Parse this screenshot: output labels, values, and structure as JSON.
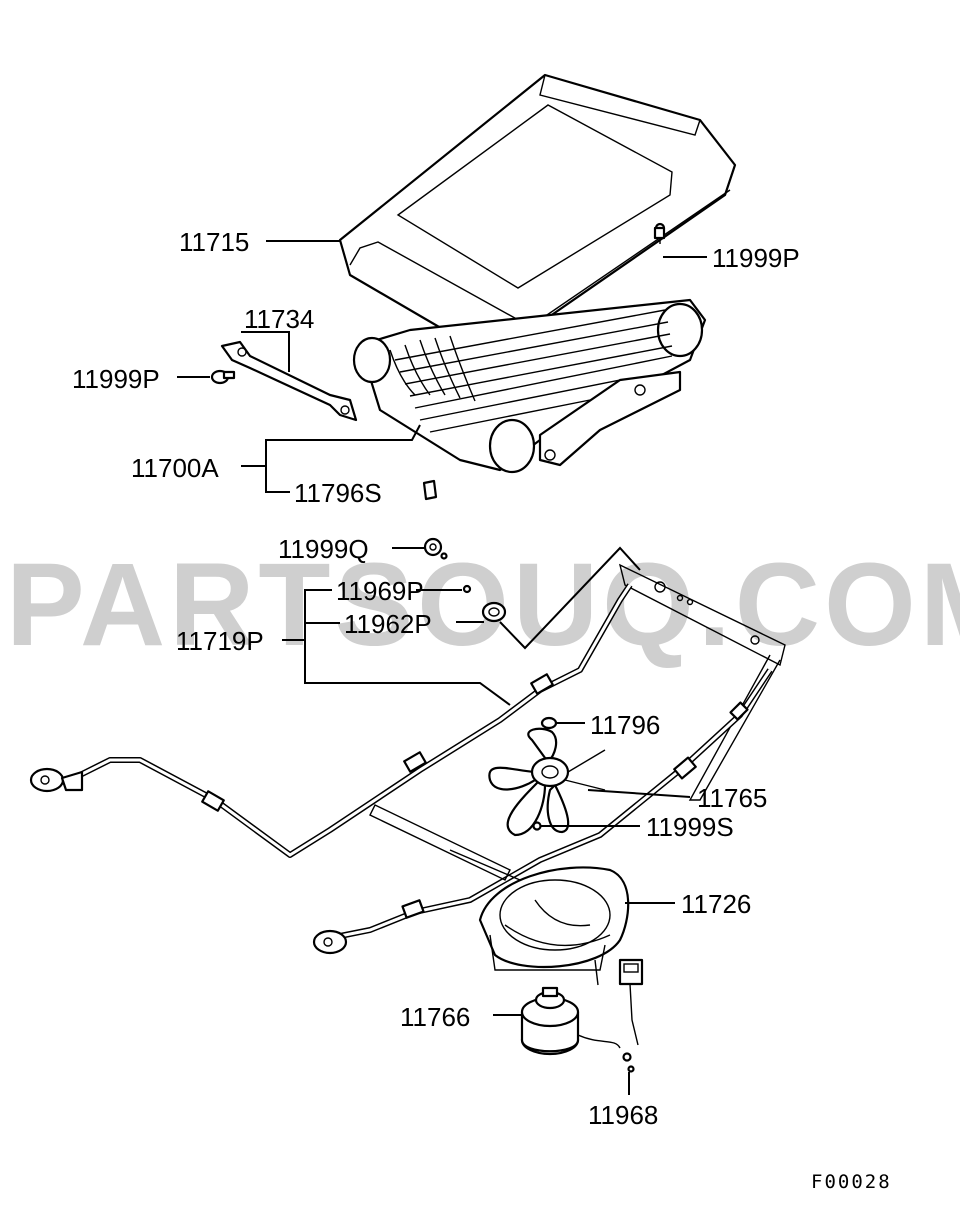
{
  "watermark": "PARTSOUQ.COM",
  "figure_code": "F00028",
  "labels": {
    "l11715": "11715",
    "l11999P_a": "11999P",
    "l11734": "11734",
    "l11999P_b": "11999P",
    "l11700A": "11700A",
    "l11796S": "11796S",
    "l11999Q": "11999Q",
    "l11969P": "11969P",
    "l11719P": "11719P",
    "l11962P": "11962P",
    "l11796": "11796",
    "l11765": "11765",
    "l11999S": "11999S",
    "l11726": "11726",
    "l11766": "11766",
    "l11968": "11968"
  }
}
